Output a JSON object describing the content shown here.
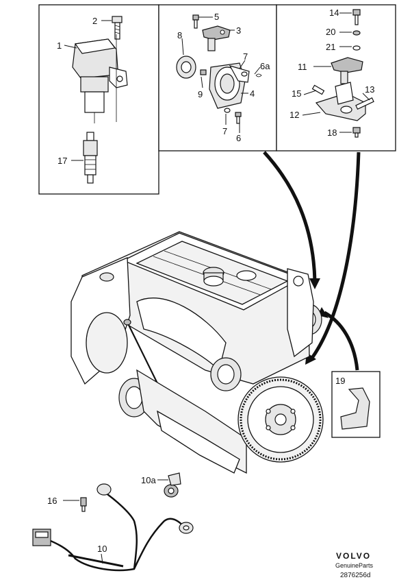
{
  "callouts": {
    "c1": "1",
    "c2": "2",
    "c3": "3",
    "c4": "4",
    "c5": "5",
    "c6": "6",
    "c6a": "6a",
    "c7a": "7",
    "c7b": "7",
    "c8": "8",
    "c9": "9",
    "c10": "10",
    "c10a": "10a",
    "c11": "11",
    "c12": "12",
    "c13": "13",
    "c14": "14",
    "c15": "15",
    "c16": "16",
    "c17": "17",
    "c18": "18",
    "c19": "19",
    "c20": "20",
    "c21": "21"
  },
  "brand": {
    "name": "VOLVO",
    "sub": "GenuineParts"
  },
  "reference": "2876256d"
}
